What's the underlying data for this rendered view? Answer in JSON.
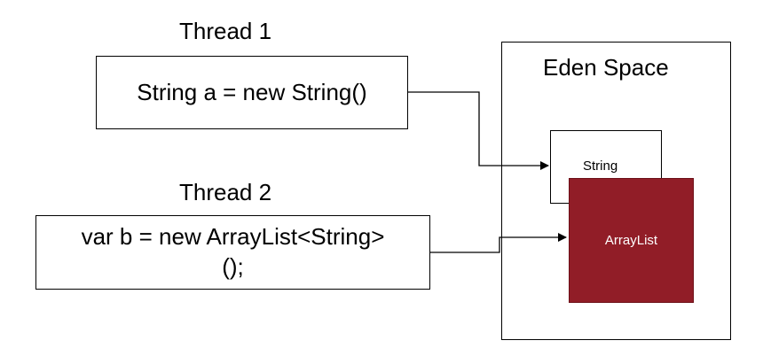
{
  "diagram": {
    "thread1": {
      "title": "Thread 1",
      "code": "String a = new String()"
    },
    "thread2": {
      "title": "Thread 2",
      "code_line1": "var b = new ArrayList<String>",
      "code_line2": "();"
    },
    "heap": {
      "title": "Eden Space",
      "objects": [
        {
          "label": "String",
          "fill": "#ffffff"
        },
        {
          "label": "ArrayList",
          "fill": "#911d27",
          "text_color": "#ffffff"
        }
      ]
    }
  }
}
